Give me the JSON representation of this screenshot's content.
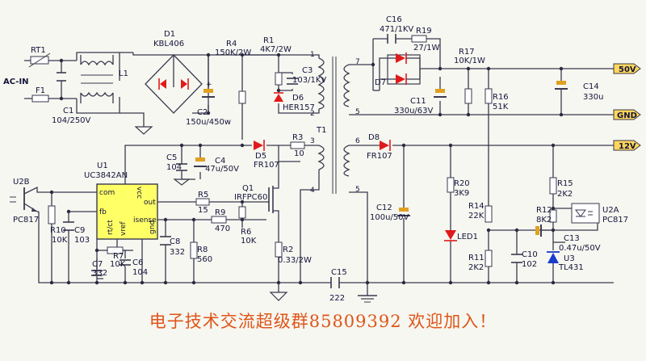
{
  "labels": {
    "rt1": "RT1",
    "acin": "AC-IN",
    "f1": "F1",
    "c1": "C1",
    "c1v": "104/250V",
    "l1": "L1",
    "d1": "D1",
    "d1v": "KBL406",
    "r4": "R4",
    "r4v": "150K/2W",
    "c2": "C2",
    "c2v": "150u/450w",
    "r1": "R1",
    "r1v": "4K7/2W",
    "c3": "C3",
    "c3v": "103/1KV",
    "d6": "D6",
    "d6v": "HER157",
    "t1": "T1",
    "p1": "1",
    "p2": "2",
    "p3": "3",
    "p4": "4",
    "p5": "5",
    "p5b": "5",
    "p6": "6",
    "p7": "7",
    "r3": "R3",
    "r3v": "10",
    "d5": "D5",
    "d5v": "FR107",
    "c5": "C5",
    "c5v": "104",
    "c4": "C4",
    "c4v": "47u/50V",
    "u1": "U1",
    "u1v": "UC3842AN",
    "com": "com",
    "vcc": "vcc",
    "out": "out",
    "fb": "fb",
    "rtct": "rt/ct",
    "vref": "vref",
    "isense": "isense",
    "gnd": "gnd",
    "r5": "R5",
    "r5v": "15",
    "q1": "Q1",
    "q1v": "IRFPC60",
    "r9": "R9",
    "r9v": "470",
    "r6": "R6",
    "r6v": "10K",
    "r2": "R2",
    "r2v": "0.33/2W",
    "c8": "C8",
    "c8v": "332",
    "r8": "R8",
    "r8v": "560",
    "c7": "C7",
    "c7v": "332",
    "r7": "R7",
    "r7v": "10K",
    "c6": "C6",
    "c6v": "104",
    "r10": "R10",
    "r10v": "10K",
    "c9": "C9",
    "c9v": "103",
    "u2b": "U2B",
    "pc817b": "PC817",
    "c15": "C15",
    "c15v": "222",
    "c16": "C16",
    "c16v": "471/1KV",
    "r19": "R19",
    "r19v": "27/1W",
    "d7": "D7",
    "c11": "C11",
    "c11v": "330u/63V",
    "r17": "R17",
    "r17v": "10K/1W",
    "r16": "R16",
    "r16v": "51K",
    "c14": "C14",
    "c14v": "330u",
    "out50": "50V",
    "outgnd": "GND",
    "out12": "12V",
    "d8": "D8",
    "d8v": "FR107",
    "c12": "C12",
    "c12v": "100u/50V",
    "r20": "R20",
    "r20v": "3K9",
    "led1": "LED1",
    "r14": "R14",
    "r14v": "22K",
    "r11": "R11",
    "r11v": "2K2",
    "c10": "C10",
    "c10v": "102",
    "r12": "R12",
    "r12v": "8K2",
    "r15": "R15",
    "r15v": "2K2",
    "c13": "C13",
    "c13v": "0.47u/50V",
    "u3": "U3",
    "u3v": "TL431",
    "u2a": "U2A",
    "pc817a": "PC817"
  },
  "banner": "电子技术交流超级群85809392 欢迎加入！",
  "colors": {
    "background": "#f6f7f0",
    "wire": "#3a3a50",
    "text": "#14143c",
    "diode": "#e01a1a",
    "banner": "#e0541a",
    "ic_fill": "#ffff66",
    "tag_fill": "#ffd75a",
    "cap_plus": "#e0a020"
  }
}
